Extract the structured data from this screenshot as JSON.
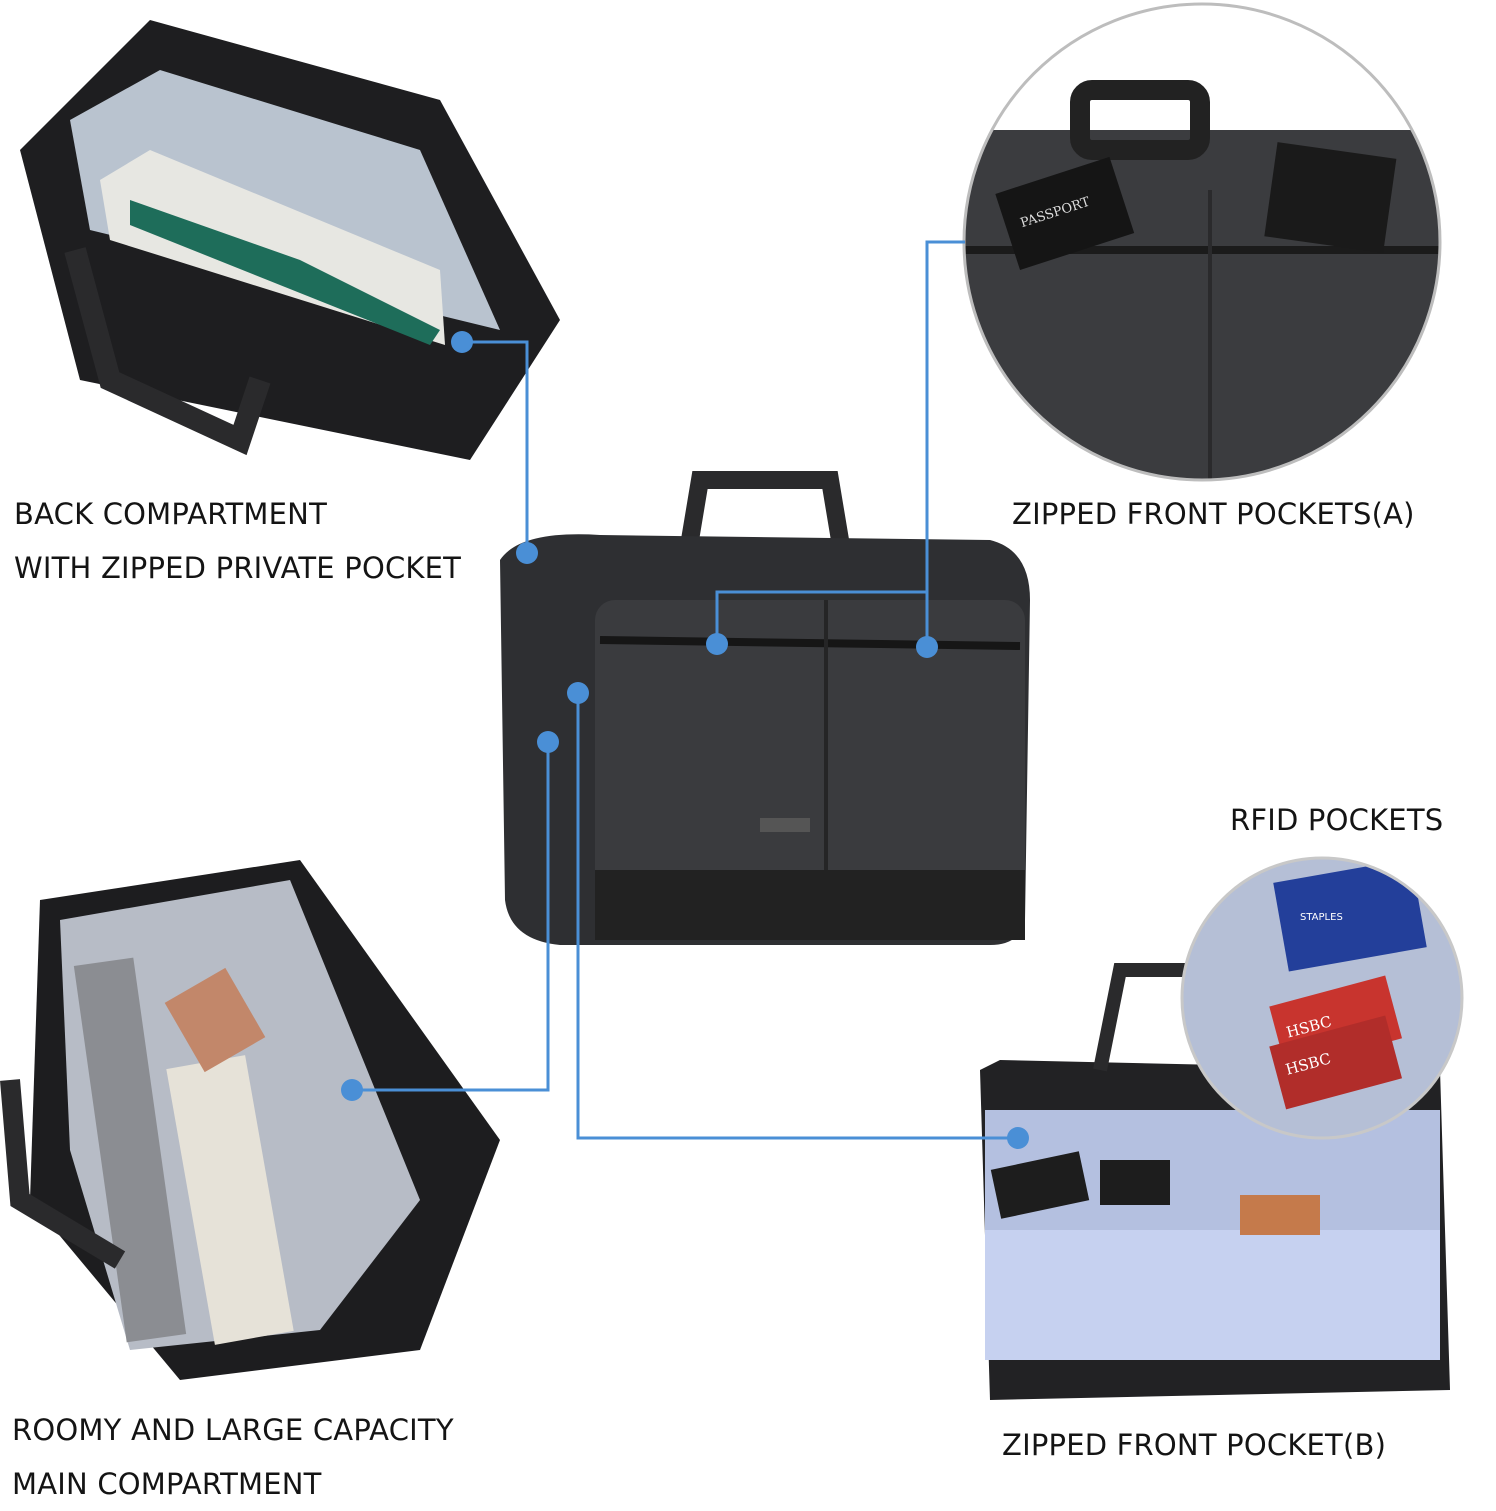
{
  "accent_color": "#4a8fd6",
  "callouts": {
    "back_compartment": {
      "line1": "BACK COMPARTMENT",
      "line2": "WITH ZIPPED PRIVATE POCKET"
    },
    "front_pockets_a": {
      "line1": "ZIPPED FRONT POCKETS(A)"
    },
    "rfid": {
      "line1": "RFID POCKETS"
    },
    "main_compartment": {
      "line1": "ROOMY AND LARGE CAPACITY",
      "line2": "MAIN COMPARTMENT"
    },
    "front_pocket_b": {
      "line1": "ZIPPED FRONT POCKET(B)"
    }
  },
  "inset_text": {
    "passport": "PASSPORT",
    "card1": "HSBC",
    "card2": "HSBC",
    "notebook": "STAPLES"
  }
}
